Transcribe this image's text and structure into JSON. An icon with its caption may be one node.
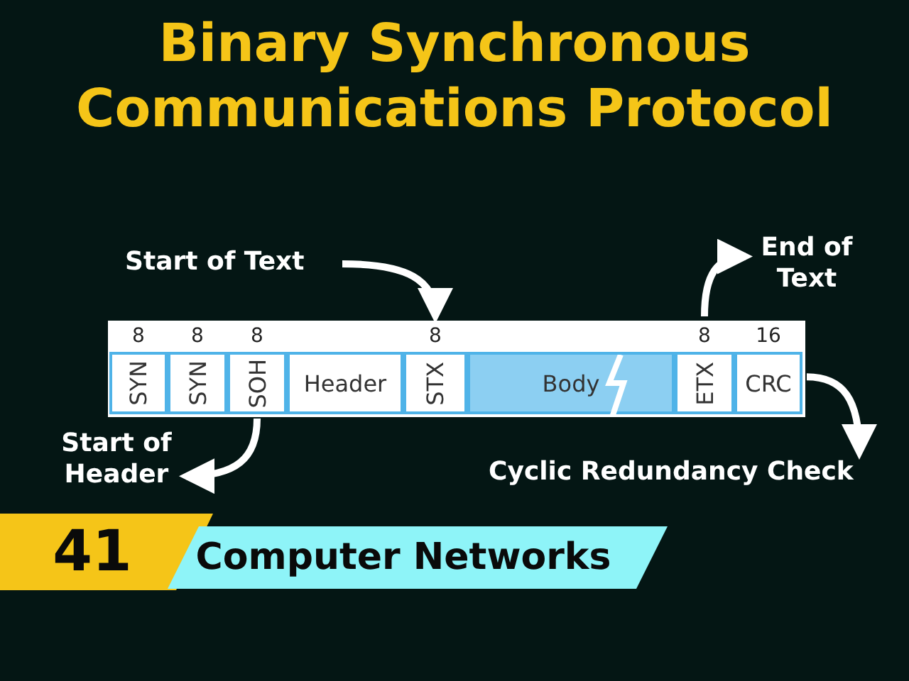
{
  "diagram": {
    "title": "Binary Synchronous Communications Protocol",
    "nodes": [
      {
        "text": [
          "Start of Text"
        ]
      },
      {
        "text": [
          "End of Text"
        ]
      },
      {
        "text": [
          "SYN"
        ],
        "beside": [
          "8"
        ]
      },
      {
        "text": [
          "SYN"
        ],
        "beside": [
          "8"
        ]
      },
      {
        "text": [
          "SOH"
        ],
        "beside": [
          "8"
        ]
      },
      {
        "text": [
          "Header"
        ]
      },
      {
        "text": [
          "STX"
        ],
        "beside": [
          "8"
        ]
      },
      {
        "text": [
          "Body"
        ]
      },
      {
        "text": [
          "ETX"
        ],
        "beside": [
          "8"
        ]
      },
      {
        "text": [
          "CRC"
        ],
        "beside": [
          "16"
        ]
      },
      {
        "text": [
          "Start of Header"
        ]
      },
      {
        "text": [
          "Cyclic Redundancy Check"
        ]
      },
      {
        "text": [
          "41"
        ]
      },
      {
        "text": [
          "Computer Networks"
        ]
      }
    ],
    "edges": [
      {
        "from": 0,
        "to": 6,
        "arrow": "to"
      },
      {
        "from": 8,
        "to": 1,
        "arrow": "to"
      },
      {
        "from": 4,
        "to": 10,
        "arrow": "to"
      },
      {
        "from": 9,
        "to": 11,
        "arrow": "to"
      }
    ]
  }
}
